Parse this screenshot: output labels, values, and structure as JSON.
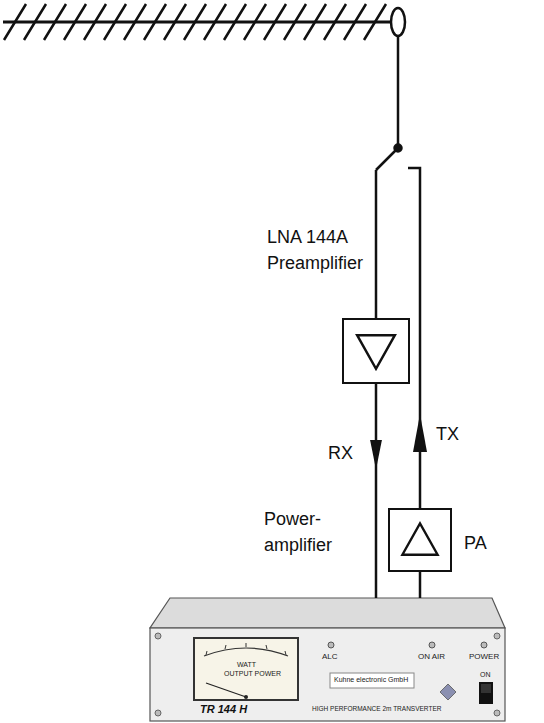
{
  "diagram": {
    "nodes": [
      {
        "text": [
          "LNA 144A Preamplifier"
        ]
      },
      {
        "text": [
          "Power- amplifier",
          "PA"
        ]
      },
      {
        "text": [
          "TR 144 H"
        ]
      }
    ],
    "edges": [
      {
        "from": 0,
        "to": 2,
        "arrow": "to",
        "label": "RX"
      },
      {
        "from": 2,
        "to": 1,
        "arrow": "none"
      }
    ],
    "labels": [
      "TX",
      "WATT",
      "OUTPUT POWER",
      "ALC",
      "ON AIR",
      "POWER",
      "Kuhne electronic GmbH",
      "HIGH PERFORMANCE 2m TRANSVERTER",
      "ON"
    ]
  }
}
